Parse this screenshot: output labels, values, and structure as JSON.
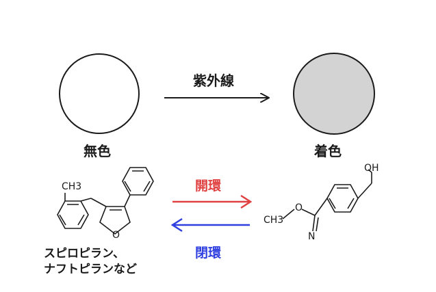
{
  "labels": {
    "uv": "紫外線",
    "colorless": "無色",
    "colored": "着色",
    "ring_open": "開環",
    "ring_close": "閉環",
    "compound_line1": "スピロピラン、",
    "compound_line2": "ナフトピランなど"
  },
  "left_molecule": {
    "methyl": "CH3",
    "oxygen": "O"
  },
  "right_molecule": {
    "hydroxyl": "OH",
    "methoxy": "CH3",
    "ester_o": "O",
    "imine_n": "N"
  },
  "colors": {
    "colored_fill": "#d3d3d3",
    "open_arrow": "#e04040",
    "close_arrow": "#2f3fe0",
    "outline": "#1a1a1a"
  }
}
